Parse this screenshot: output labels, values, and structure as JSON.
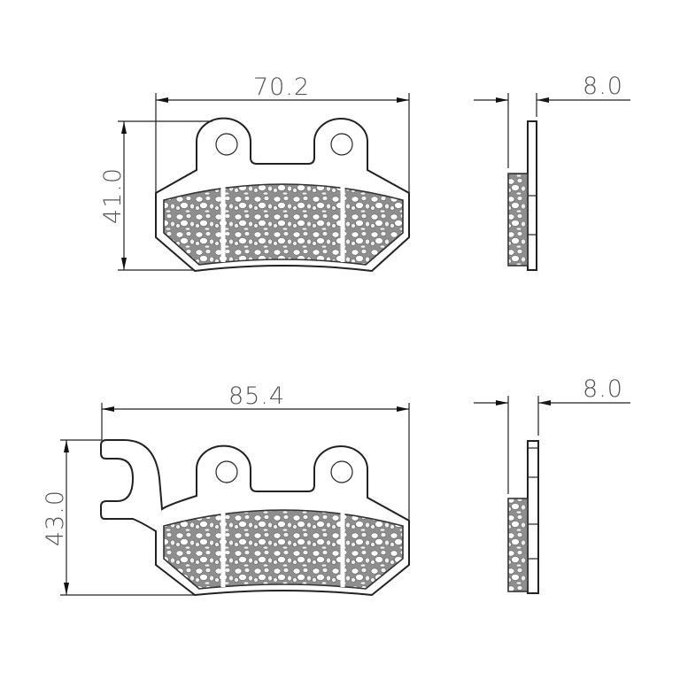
{
  "drawings": [
    {
      "name": "pad-top",
      "width_label": "70.2",
      "height_label": "41.0",
      "thickness_label": "8.0"
    },
    {
      "name": "pad-bottom",
      "width_label": "85.4",
      "height_label": "43.0",
      "thickness_label": "8.0"
    }
  ],
  "colors": {
    "line": "#222222",
    "text": "#555555",
    "texture": "#9a9a9a"
  }
}
